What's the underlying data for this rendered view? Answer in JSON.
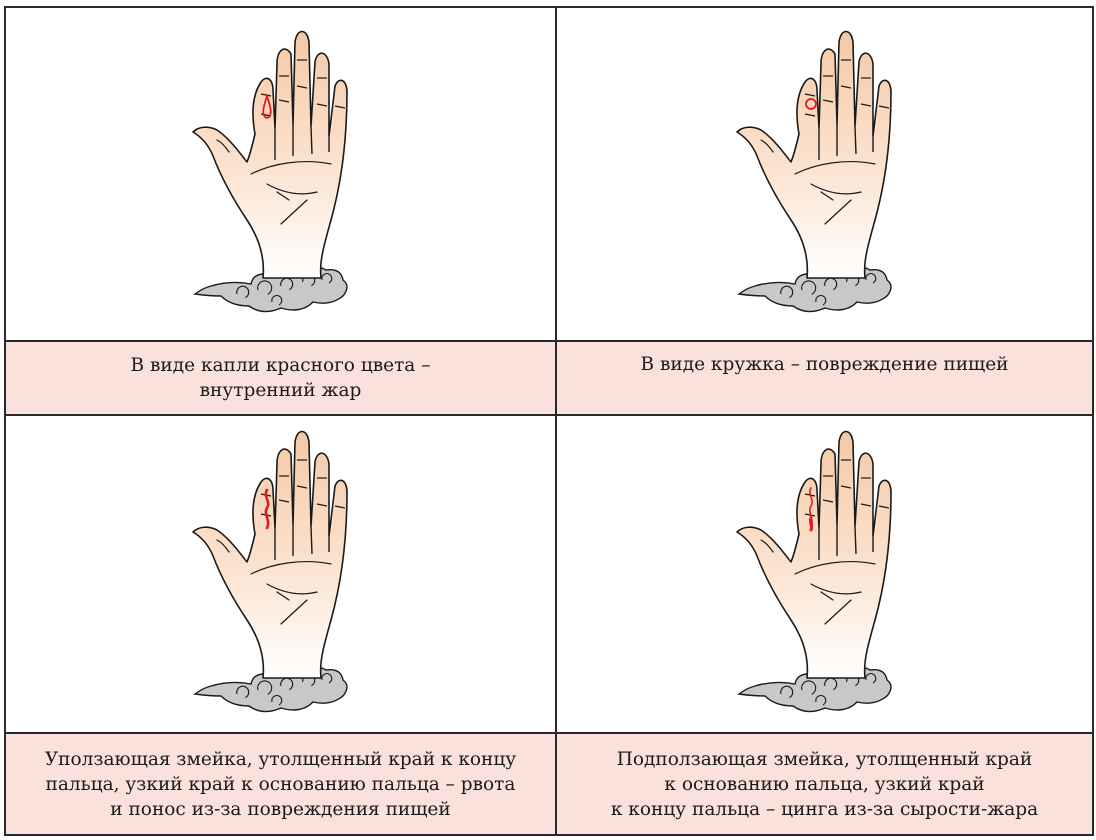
{
  "panels": [
    {
      "caption": "В виде капли красного цвета –\nвнутренний жар",
      "mark": "drop"
    },
    {
      "caption": "В виде кружка – повреждение пищей",
      "mark": "circle"
    },
    {
      "caption": "Уползающая змейка, утолщенный край к концу\nпальца, узкий край к основанию пальца – рвота\nи понос из-за повреждения пищей",
      "mark": "snake-up"
    },
    {
      "caption": "Подползающая змейка, утолщенный край\nк  основанию пальца, узкий край\nк концу пальца – цинга из-за сырости-жара",
      "mark": "snake-down"
    }
  ],
  "colors": {
    "skin_top": "#f6c9a6",
    "skin_bottom": "#ffffff",
    "finger_shade": "#f3b88f",
    "outline": "#1a1a1a",
    "mark": "#e01b1b",
    "cloud": "#c8c8c8",
    "caption_bg": "#fbe1dc"
  }
}
